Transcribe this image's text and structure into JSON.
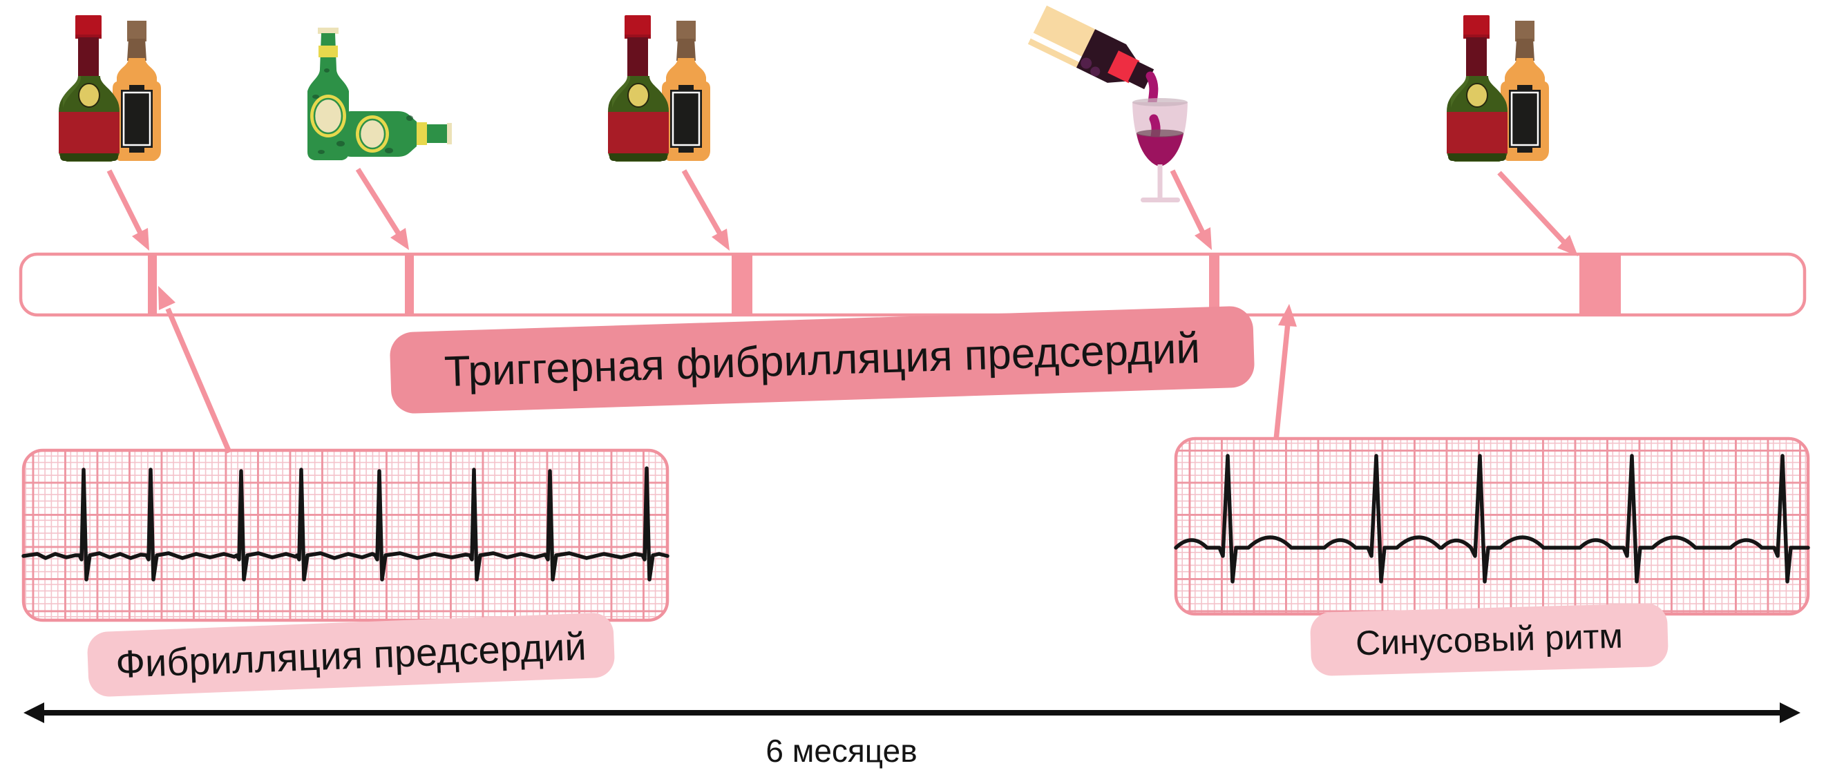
{
  "diagram": {
    "timeline": {
      "band_label": "Триггерная фибрилляция предсердий",
      "duration_label": "6 месяцев",
      "events": [
        {
          "icon": "spirits-bottles-icon",
          "x_pct": 8.3
        },
        {
          "icon": "beer-bottles-icon",
          "x_pct": 22.3
        },
        {
          "icon": "spirits-bottles-icon",
          "x_pct": 40.5
        },
        {
          "icon": "wine-pouring-icon",
          "x_pct": 66.2
        },
        {
          "icon": "spirits-bottles-icon",
          "x_pct": 87.2
        }
      ]
    },
    "ecg": {
      "afib_label": "Фибрилляция предсердий",
      "sinus_label": "Синусовый ритм"
    }
  },
  "colors": {
    "pink_accent": "#f2939e",
    "pink_label_dark": "#ee8d99",
    "pink_label_light": "#f8c7ce",
    "ecg_grid_minor": "#f4c3cb",
    "ecg_grid_major": "#ee96a2",
    "trace_black": "#151515"
  }
}
